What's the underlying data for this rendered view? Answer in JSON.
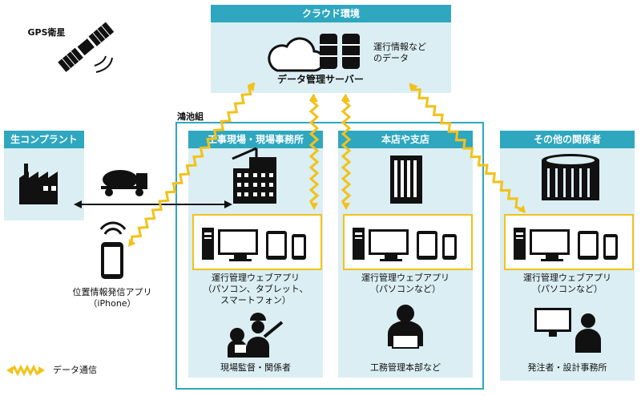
{
  "satellite_label": "GPS衛星",
  "cloud": {
    "title": "クラウド環境",
    "note_line1": "運行情報など",
    "note_line2": "のデータ",
    "server_label": "データ管理サーバー"
  },
  "company_label": "鴻池組",
  "plant": {
    "title": "生コンプラント",
    "app_line1": "位置情報発信アプリ",
    "app_line2": "（iPhone）"
  },
  "site": {
    "title": "工事現場・現場事務所",
    "app_line1": "運行管理ウェブアプリ",
    "app_line2": "（パソコン、タブレット、",
    "app_line3": "スマートフォン）",
    "person_label": "現場監督・関係者"
  },
  "hq": {
    "title": "本店や支店",
    "app_line1": "運行管理ウェブアプリ",
    "app_line2": "（パソコンなど）",
    "person_label": "工務管理本部など"
  },
  "others": {
    "title": "その他の関係者",
    "app_line1": "運行管理ウェブアプリ",
    "app_line2": "（パソコンなど）",
    "person_label": "発注者・設計事務所"
  },
  "legend": {
    "label": "データ通信"
  },
  "colors": {
    "accent": "#2ea7bf",
    "panel": "#dbeef3",
    "link": "#f2c21a",
    "ink": "#111111"
  }
}
